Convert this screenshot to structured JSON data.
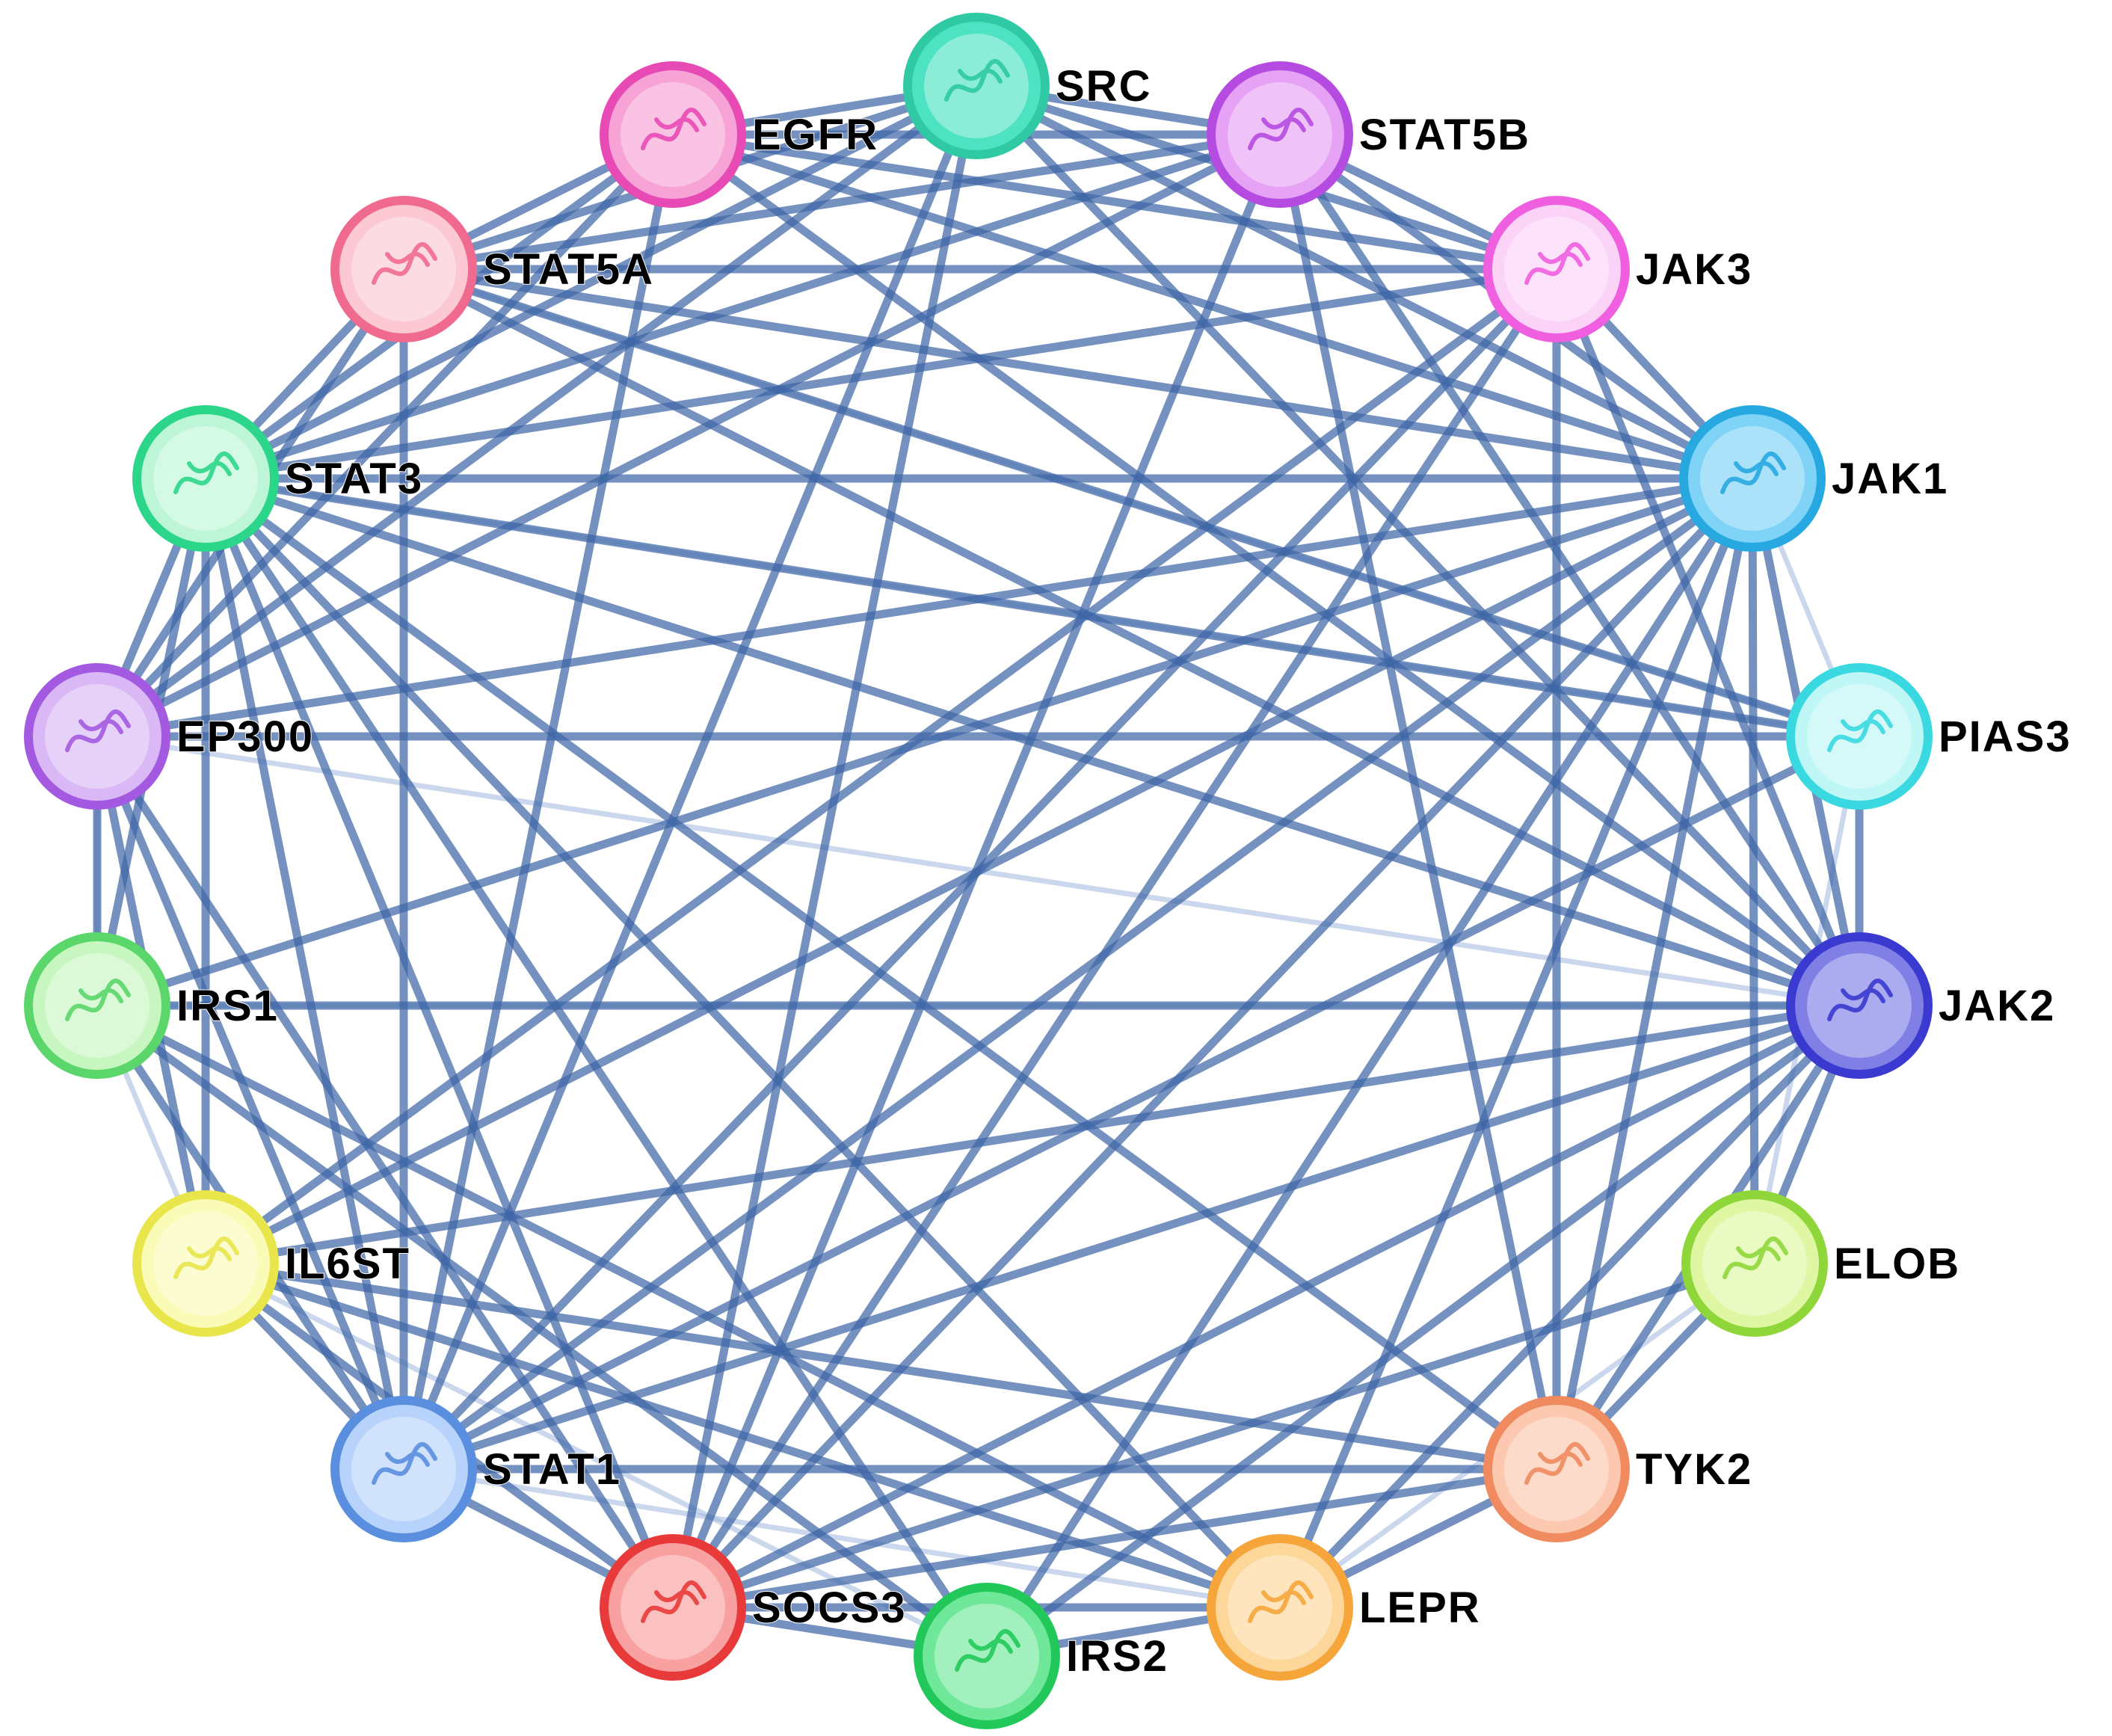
{
  "diagram": {
    "type": "protein-protein interaction network",
    "colors": {
      "background": "#ffffff",
      "edge_strong": "#3f67a6",
      "edge_weak": "#9fb6dc",
      "label": "#000000"
    },
    "nodes": [
      {
        "id": "SRC",
        "label": "SRC",
        "color": "#4de3c2",
        "ring": "#2fc9a4",
        "icon": "protein-structure-icon"
      },
      {
        "id": "STAT5B",
        "label": "STAT5B",
        "color": "#e6a3f5",
        "ring": "#b54be0",
        "icon": "protein-structure-icon"
      },
      {
        "id": "JAK3",
        "label": "JAK3",
        "color": "#fbd3f7",
        "ring": "#ef5fe0",
        "icon": "protein-structure-icon"
      },
      {
        "id": "JAK1",
        "label": "JAK1",
        "color": "#7fd3f7",
        "ring": "#27a8e0",
        "icon": "protein-structure-icon"
      },
      {
        "id": "PIAS3",
        "label": "PIAS3",
        "color": "#bff6f6",
        "ring": "#3ad8e0",
        "icon": "protein-structure-icon"
      },
      {
        "id": "JAK2",
        "label": "JAK2",
        "color": "#7f7fe6",
        "ring": "#3a3ad0",
        "icon": "protein-structure-icon"
      },
      {
        "id": "ELOB",
        "label": "ELOB",
        "color": "#dff7a3",
        "ring": "#8fd63a",
        "icon": "protein-structure-icon"
      },
      {
        "id": "TYK2",
        "label": "TYK2",
        "color": "#fcc8b0",
        "ring": "#f08a5f",
        "icon": "protein-structure-icon"
      },
      {
        "id": "LEPR",
        "label": "LEPR",
        "color": "#fdd79a",
        "ring": "#f5a53a",
        "icon": "protein-structure-icon"
      },
      {
        "id": "IRS2",
        "label": "IRS2",
        "color": "#6fe89a",
        "ring": "#22c95a",
        "icon": "protein-structure-icon"
      },
      {
        "id": "SOCS3",
        "label": "SOCS3",
        "color": "#f9a0a0",
        "ring": "#e83a3a",
        "icon": "protein-structure-icon"
      },
      {
        "id": "STAT1",
        "label": "STAT1",
        "color": "#b8d3fb",
        "ring": "#5a8fe0",
        "icon": "protein-structure-icon"
      },
      {
        "id": "IL6ST",
        "label": "IL6ST",
        "color": "#fbfbb8",
        "ring": "#e8e64a",
        "icon": "protein-structure-icon"
      },
      {
        "id": "IRS1",
        "label": "IRS1",
        "color": "#c8f6c0",
        "ring": "#5ad66a",
        "icon": "protein-structure-icon"
      },
      {
        "id": "EP300",
        "label": "EP300",
        "color": "#d9b8f5",
        "ring": "#a45ae0",
        "icon": "protein-structure-icon"
      },
      {
        "id": "STAT3",
        "label": "STAT3",
        "color": "#bdf6d6",
        "ring": "#2bd68a",
        "icon": "protein-structure-icon"
      },
      {
        "id": "STAT5A",
        "label": "STAT5A",
        "color": "#fbc8d3",
        "ring": "#f06a8f",
        "icon": "protein-structure-icon"
      },
      {
        "id": "EGFR",
        "label": "EGFR",
        "color": "#f7a3d6",
        "ring": "#e84ab5",
        "icon": "protein-structure-icon"
      }
    ],
    "edges": [
      [
        "SRC",
        "STAT5B"
      ],
      [
        "SRC",
        "JAK3"
      ],
      [
        "SRC",
        "JAK1"
      ],
      [
        "SRC",
        "JAK2"
      ],
      [
        "SRC",
        "STAT3"
      ],
      [
        "SRC",
        "EGFR"
      ],
      [
        "SRC",
        "STAT5A"
      ],
      [
        "SRC",
        "STAT1"
      ],
      [
        "SRC",
        "SOCS3"
      ],
      [
        "SRC",
        "EP300"
      ],
      [
        "STAT5B",
        "JAK3"
      ],
      [
        "STAT5B",
        "JAK1"
      ],
      [
        "STAT5B",
        "JAK2"
      ],
      [
        "STAT5B",
        "STAT5A"
      ],
      [
        "STAT5B",
        "STAT3"
      ],
      [
        "STAT5B",
        "EGFR"
      ],
      [
        "STAT5B",
        "SOCS3"
      ],
      [
        "STAT5B",
        "EP300"
      ],
      [
        "STAT5B",
        "TYK2"
      ],
      [
        "JAK3",
        "JAK1"
      ],
      [
        "JAK3",
        "JAK2"
      ],
      [
        "JAK3",
        "STAT5A"
      ],
      [
        "JAK3",
        "STAT3"
      ],
      [
        "JAK3",
        "STAT1"
      ],
      [
        "JAK3",
        "TYK2"
      ],
      [
        "JAK3",
        "EGFR"
      ],
      [
        "JAK3",
        "SOCS3"
      ],
      [
        "JAK3",
        "IL6ST"
      ],
      [
        "JAK1",
        "JAK2"
      ],
      [
        "JAK1",
        "STAT3"
      ],
      [
        "JAK1",
        "STAT1"
      ],
      [
        "JAK1",
        "TYK2"
      ],
      [
        "JAK1",
        "IL6ST"
      ],
      [
        "JAK1",
        "SOCS3"
      ],
      [
        "JAK1",
        "IRS1"
      ],
      [
        "JAK1",
        "IRS2"
      ],
      [
        "JAK1",
        "LEPR"
      ],
      [
        "JAK1",
        "EGFR"
      ],
      [
        "JAK1",
        "STAT5A"
      ],
      [
        "JAK1",
        "ELOB"
      ],
      [
        "JAK1",
        "EP300"
      ],
      [
        "JAK2",
        "STAT3"
      ],
      [
        "JAK2",
        "STAT1"
      ],
      [
        "JAK2",
        "TYK2"
      ],
      [
        "JAK2",
        "IL6ST"
      ],
      [
        "JAK2",
        "SOCS3"
      ],
      [
        "JAK2",
        "IRS1"
      ],
      [
        "JAK2",
        "IRS2"
      ],
      [
        "JAK2",
        "LEPR"
      ],
      [
        "JAK2",
        "EGFR"
      ],
      [
        "JAK2",
        "STAT5A"
      ],
      [
        "JAK2",
        "ELOB"
      ],
      [
        "JAK2",
        "PIAS3"
      ],
      [
        "PIAS3",
        "STAT3"
      ],
      [
        "PIAS3",
        "EP300"
      ],
      [
        "PIAS3",
        "STAT5A"
      ],
      [
        "PIAS3",
        "STAT1"
      ],
      [
        "ELOB",
        "SOCS3"
      ],
      [
        "ELOB",
        "TYK2"
      ],
      [
        "TYK2",
        "STAT1"
      ],
      [
        "TYK2",
        "STAT3"
      ],
      [
        "TYK2",
        "SOCS3"
      ],
      [
        "TYK2",
        "IL6ST"
      ],
      [
        "TYK2",
        "LEPR"
      ],
      [
        "LEPR",
        "SOCS3"
      ],
      [
        "LEPR",
        "IRS2"
      ],
      [
        "LEPR",
        "STAT3"
      ],
      [
        "LEPR",
        "IRS1"
      ],
      [
        "LEPR",
        "IL6ST"
      ],
      [
        "IRS2",
        "SOCS3"
      ],
      [
        "IRS2",
        "IRS1"
      ],
      [
        "IRS2",
        "STAT3"
      ],
      [
        "SOCS3",
        "STAT1"
      ],
      [
        "SOCS3",
        "STAT3"
      ],
      [
        "SOCS3",
        "IL6ST"
      ],
      [
        "SOCS3",
        "EP300"
      ],
      [
        "STAT1",
        "STAT3"
      ],
      [
        "STAT1",
        "IL6ST"
      ],
      [
        "STAT1",
        "EP300"
      ],
      [
        "STAT1",
        "IRS1"
      ],
      [
        "STAT1",
        "STAT5A"
      ],
      [
        "STAT1",
        "EGFR"
      ],
      [
        "IL6ST",
        "STAT3"
      ],
      [
        "IL6ST",
        "EP300"
      ],
      [
        "IRS1",
        "STAT3"
      ],
      [
        "IRS1",
        "EP300"
      ],
      [
        "EP300",
        "STAT3"
      ],
      [
        "EP300",
        "STAT5A"
      ],
      [
        "EP300",
        "EGFR"
      ],
      [
        "STAT3",
        "STAT5A"
      ],
      [
        "STAT3",
        "EGFR"
      ],
      [
        "STAT5A",
        "EGFR"
      ]
    ],
    "weak_edges": [
      [
        "JAK1",
        "PIAS3"
      ],
      [
        "PIAS3",
        "ELOB"
      ],
      [
        "ELOB",
        "LEPR"
      ],
      [
        "IRS1",
        "IL6ST"
      ],
      [
        "EP300",
        "IRS1"
      ],
      [
        "STAT3",
        "PIAS3"
      ],
      [
        "IL6ST",
        "IRS2"
      ],
      [
        "STAT5A",
        "PIAS3"
      ],
      [
        "EP300",
        "JAK2"
      ],
      [
        "IRS1",
        "JAK2"
      ],
      [
        "STAT1",
        "LEPR"
      ]
    ]
  }
}
